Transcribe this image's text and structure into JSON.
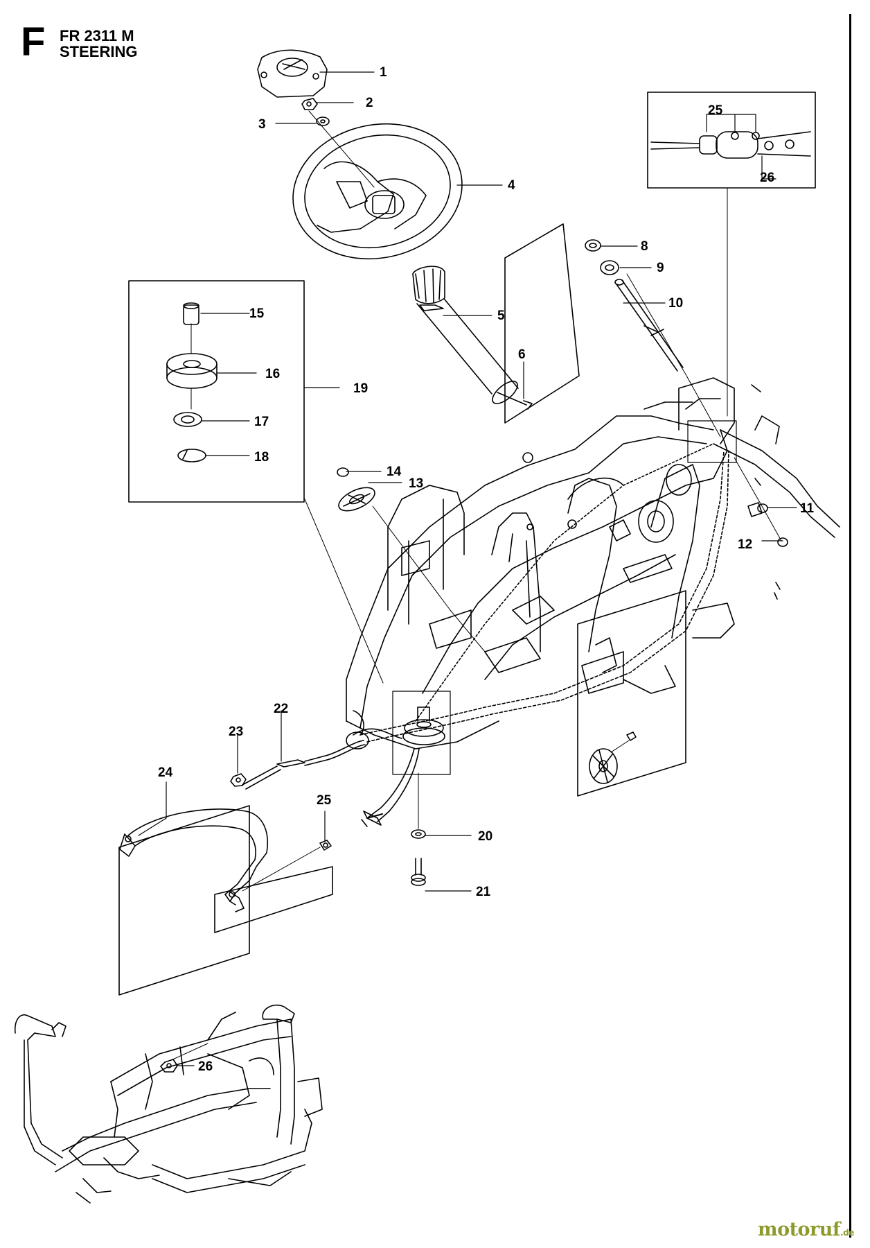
{
  "header": {
    "section_letter": "F",
    "model": "FR 2311 M",
    "title": "STEERING"
  },
  "callouts": [
    "1",
    "2",
    "3",
    "4",
    "5",
    "6",
    "8",
    "9",
    "10",
    "11",
    "12",
    "13",
    "14",
    "15",
    "16",
    "17",
    "18",
    "19",
    "20",
    "21",
    "22",
    "23",
    "24",
    "25",
    "25",
    "26",
    "26"
  ],
  "watermark": {
    "brand": "motoruf",
    "suffix": ".de"
  },
  "colors": {
    "line": "#000000",
    "background": "#ffffff",
    "watermark": "#8e9a2e"
  }
}
